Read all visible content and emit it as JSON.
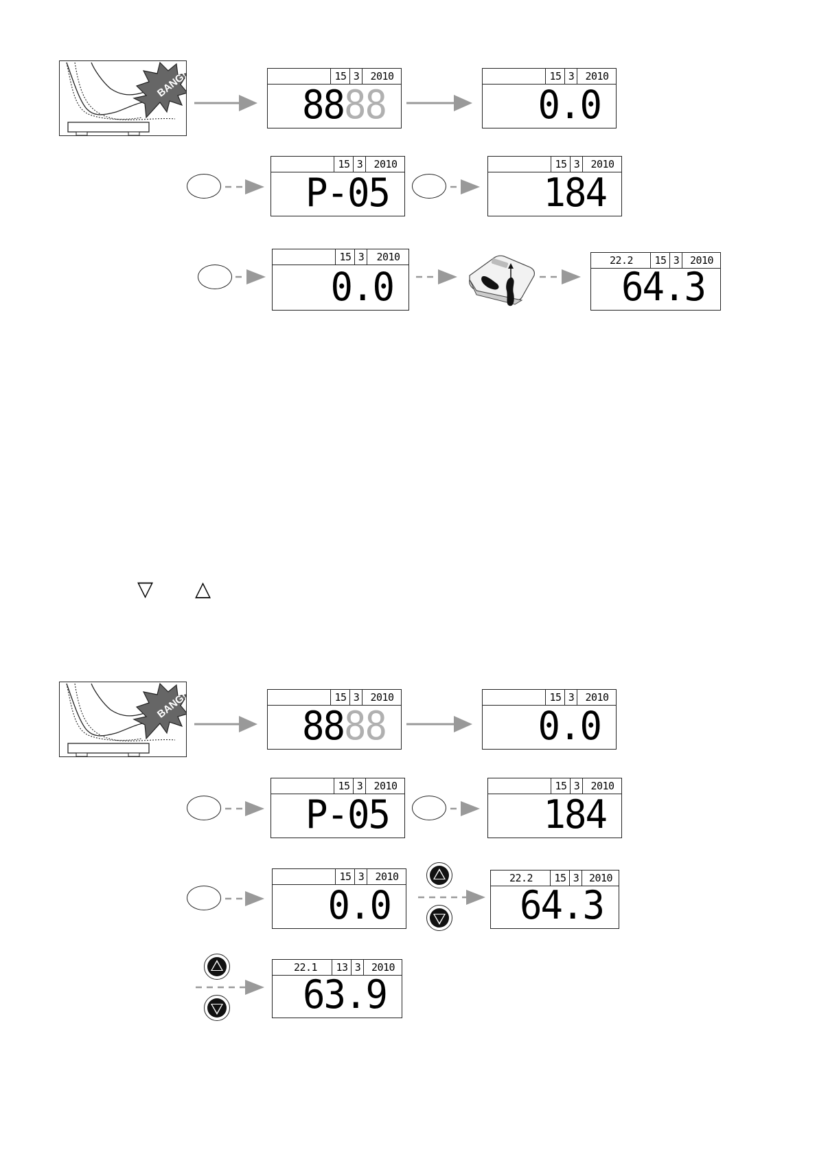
{
  "section1": {
    "row1": {
      "illustration": {
        "label": "BANG!",
        "icon": "foot-tap-icon"
      },
      "display_a": {
        "day": "15",
        "month": "3",
        "year": "2010",
        "main_solid": "88",
        "main_ghost": "88"
      },
      "display_b": {
        "day": "15",
        "month": "3",
        "year": "2010",
        "main": "0.0"
      }
    },
    "row2": {
      "display_a": {
        "day": "15",
        "month": "3",
        "year": "2010",
        "main": "P-05"
      },
      "display_b": {
        "day": "15",
        "month": "3",
        "year": "2010",
        "main": "184"
      }
    },
    "row3": {
      "display_a": {
        "day": "15",
        "month": "3",
        "year": "2010",
        "main": "0.0"
      },
      "scale_icon": "scale-step-on-icon",
      "display_b": {
        "extra": "22.2",
        "day": "15",
        "month": "3",
        "year": "2010",
        "main": "64.3"
      }
    }
  },
  "symbols": {
    "down": "▽",
    "up": "△"
  },
  "section2": {
    "row1": {
      "illustration": {
        "label": "BANG!",
        "icon": "foot-tap-icon"
      },
      "display_a": {
        "day": "15",
        "month": "3",
        "year": "2010",
        "main_solid": "88",
        "main_ghost": "88"
      },
      "display_b": {
        "day": "15",
        "month": "3",
        "year": "2010",
        "main": "0.0"
      }
    },
    "row2": {
      "display_a": {
        "day": "15",
        "month": "3",
        "year": "2010",
        "main": "P-05"
      },
      "display_b": {
        "day": "15",
        "month": "3",
        "year": "2010",
        "main": "184"
      }
    },
    "row3": {
      "display_a": {
        "day": "15",
        "month": "3",
        "year": "2010",
        "main": "0.0"
      },
      "display_b": {
        "extra": "22.2",
        "day": "15",
        "month": "3",
        "year": "2010",
        "main": "64.3"
      }
    },
    "row4": {
      "display": {
        "extra": "22.1",
        "day": "13",
        "month": "3",
        "year": "2010",
        "main": "63.9"
      }
    }
  },
  "colors": {
    "arrow": "#999999",
    "line": "#222222",
    "ghost_digits": "#b0b0b0"
  }
}
